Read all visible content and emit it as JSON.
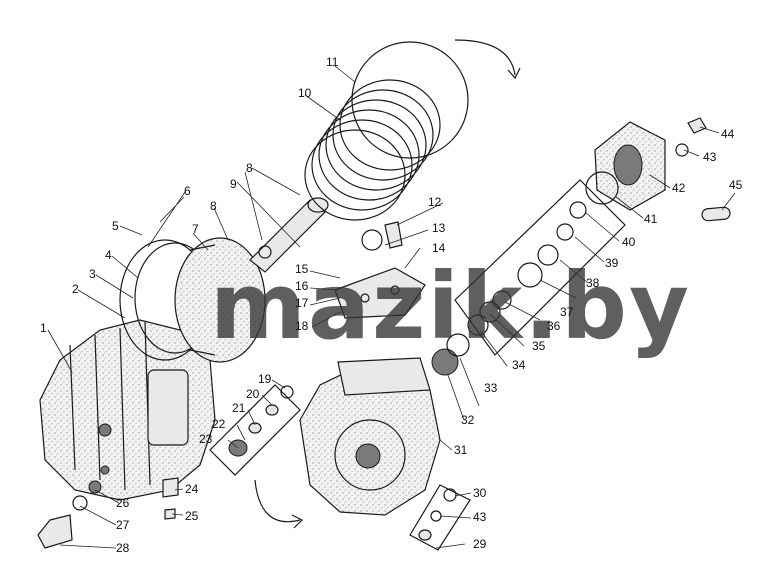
{
  "watermark": "mazik.by",
  "callouts": [
    "1",
    "2",
    "3",
    "4",
    "5",
    "6",
    "7",
    "8",
    "8",
    "9",
    "10",
    "11",
    "12",
    "13",
    "14",
    "15",
    "16",
    "17",
    "18",
    "19",
    "20",
    "21",
    "22",
    "23",
    "24",
    "25",
    "26",
    "27",
    "28",
    "29",
    "30",
    "31",
    "32",
    "33",
    "34",
    "35",
    "36",
    "37",
    "38",
    "39",
    "40",
    "41",
    "42",
    "43",
    "43",
    "44",
    "45"
  ]
}
